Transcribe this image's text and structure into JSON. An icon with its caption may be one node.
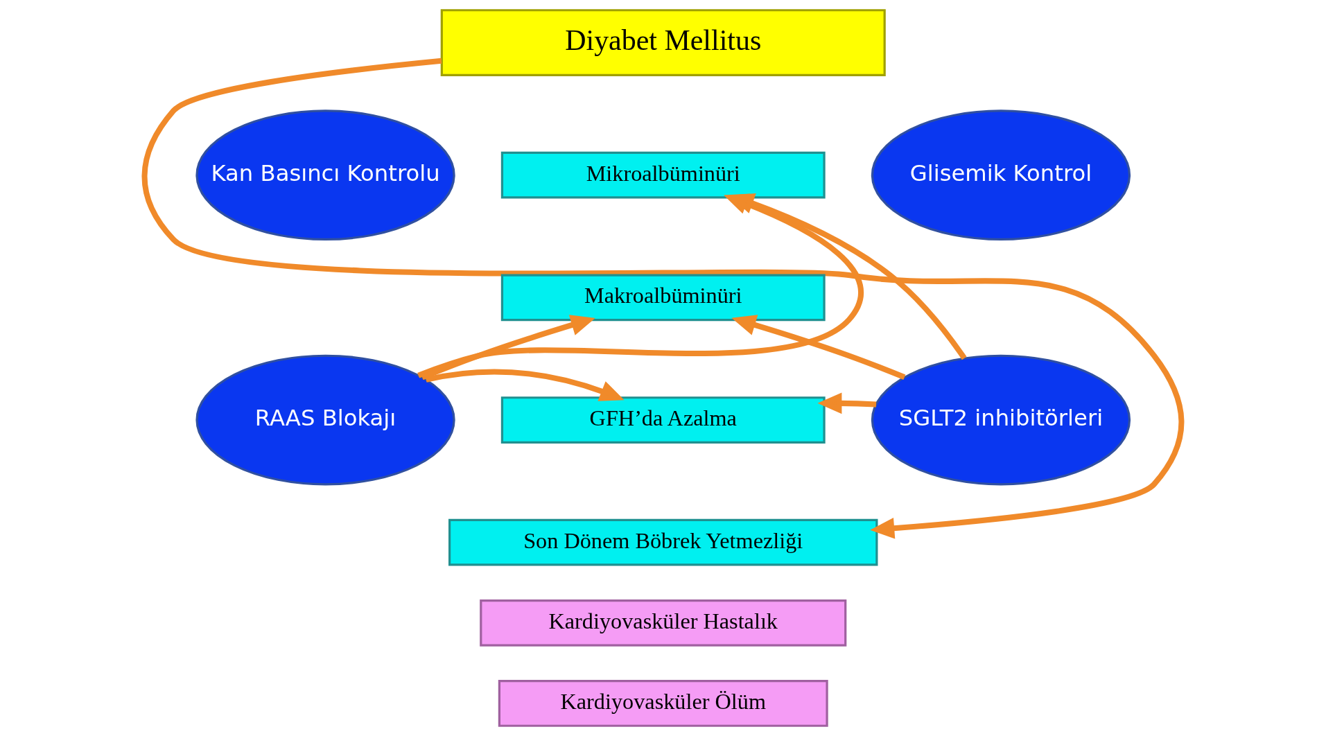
{
  "diagram": {
    "nodes": [
      {
        "text": [
          "Diyabet Mellitus"
        ]
      },
      {
        "text": [
          "Kan Basıncı Kontrolu"
        ]
      },
      {
        "text": [
          "Glisemik Kontrol"
        ]
      },
      {
        "text": [
          "Mikroalbüminüri"
        ]
      },
      {
        "text": [
          "Makroalbüminüri"
        ]
      },
      {
        "text": [
          "GFH’da Azalma"
        ]
      },
      {
        "text": [
          "RAAS Blokajı"
        ]
      },
      {
        "text": [
          "SGLT2 inhibitörleri"
        ]
      },
      {
        "text": [
          "Son Dönem Böbrek Yetmezliği"
        ]
      },
      {
        "text": [
          "Kardiyovasküler Hastalık"
        ]
      },
      {
        "text": [
          "Kardiyovasküler Ölüm"
        ]
      }
    ],
    "edges": [
      {
        "from": 0,
        "to": 8,
        "arrow": "to"
      },
      {
        "from": 6,
        "to": 3,
        "arrow": "to"
      },
      {
        "from": 6,
        "to": 4,
        "arrow": "to"
      },
      {
        "from": 6,
        "to": 5,
        "arrow": "to"
      },
      {
        "from": 7,
        "to": 3,
        "arrow": "to"
      },
      {
        "from": 7,
        "to": 4,
        "arrow": "to"
      },
      {
        "from": 7,
        "to": 5,
        "arrow": "to"
      }
    ]
  }
}
